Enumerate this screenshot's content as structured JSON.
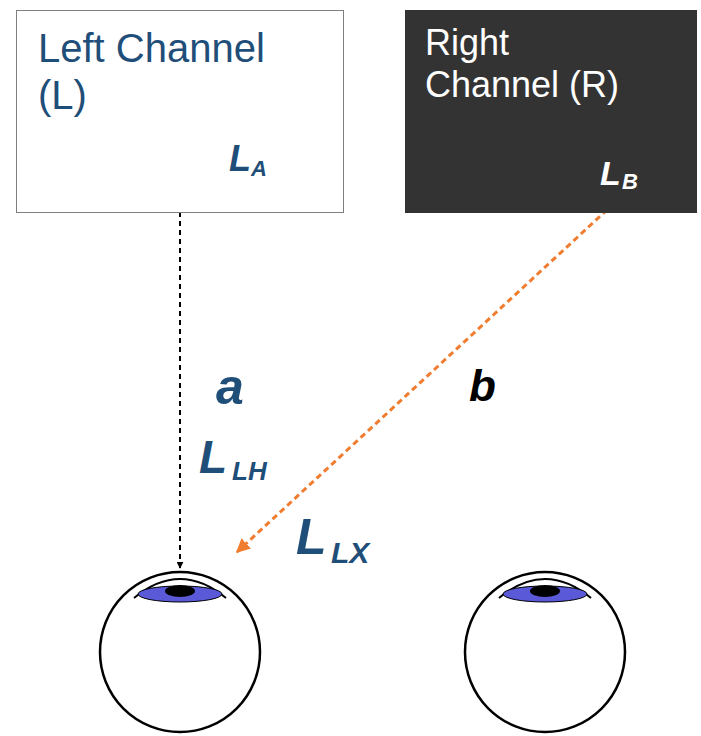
{
  "diagram": {
    "nodes": [
      {
        "text": [
          "Left Channel (L)",
          "L",
          "A"
        ]
      },
      {
        "text": [
          "Right Channel (R)",
          "L",
          "B"
        ]
      }
    ],
    "labels": [
      "a",
      "L",
      "LH",
      "b",
      "L",
      "LX"
    ]
  }
}
